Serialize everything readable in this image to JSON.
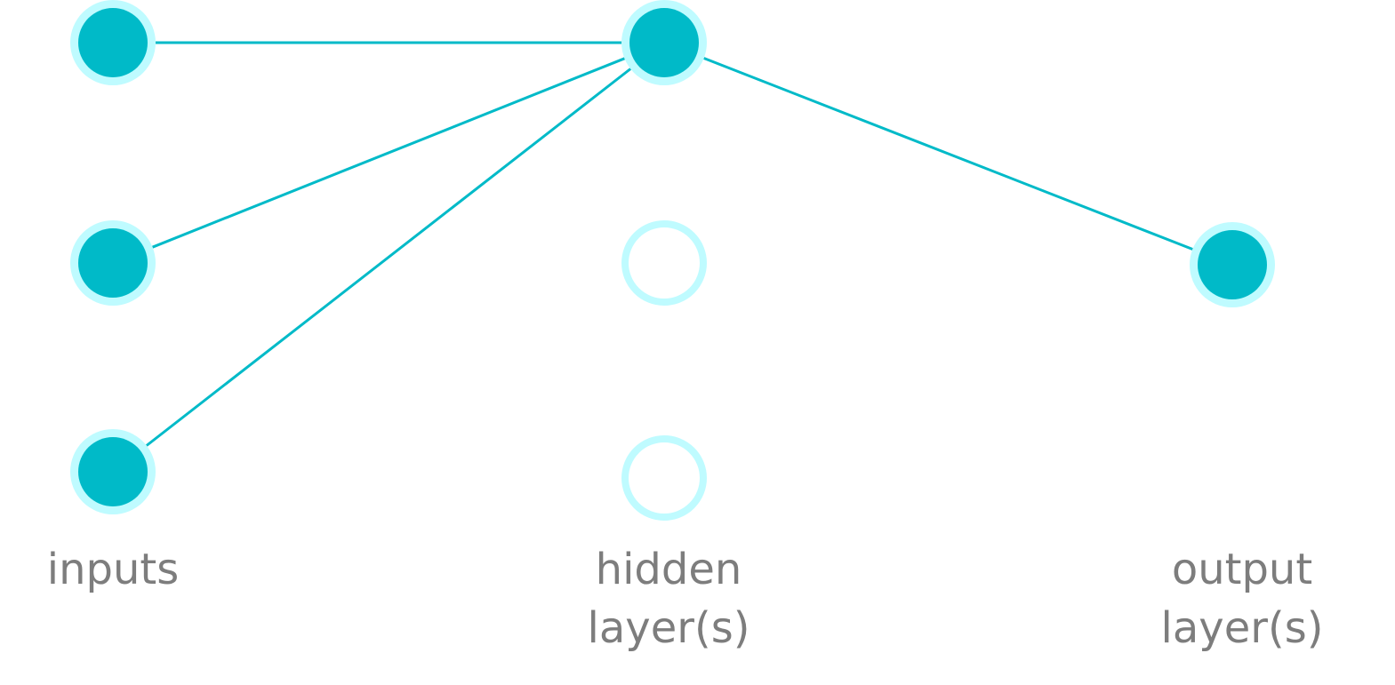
{
  "colors": {
    "node_fill": "#00BAC8",
    "node_ring": "#BFFBFF",
    "edge": "#00BAC8",
    "label": "#7D7D7D"
  },
  "layers": [
    {
      "id": "inputs",
      "label_lines": [
        "inputs"
      ],
      "nodes": [
        {
          "id": "in-1",
          "active": true
        },
        {
          "id": "in-2",
          "active": true
        },
        {
          "id": "in-3",
          "active": true
        }
      ]
    },
    {
      "id": "hidden",
      "label_lines": [
        "hidden",
        "layer(s)"
      ],
      "nodes": [
        {
          "id": "hid-1",
          "active": true
        },
        {
          "id": "hid-2",
          "active": false
        },
        {
          "id": "hid-3",
          "active": false
        }
      ]
    },
    {
      "id": "output",
      "label_lines": [
        "output",
        "layer(s)"
      ],
      "nodes": [
        {
          "id": "out-1",
          "active": true
        }
      ]
    }
  ],
  "connections": [
    {
      "from": "in-1",
      "to": "hid-1"
    },
    {
      "from": "in-2",
      "to": "hid-1"
    },
    {
      "from": "in-3",
      "to": "hid-1"
    },
    {
      "from": "hid-1",
      "to": "out-1"
    }
  ]
}
